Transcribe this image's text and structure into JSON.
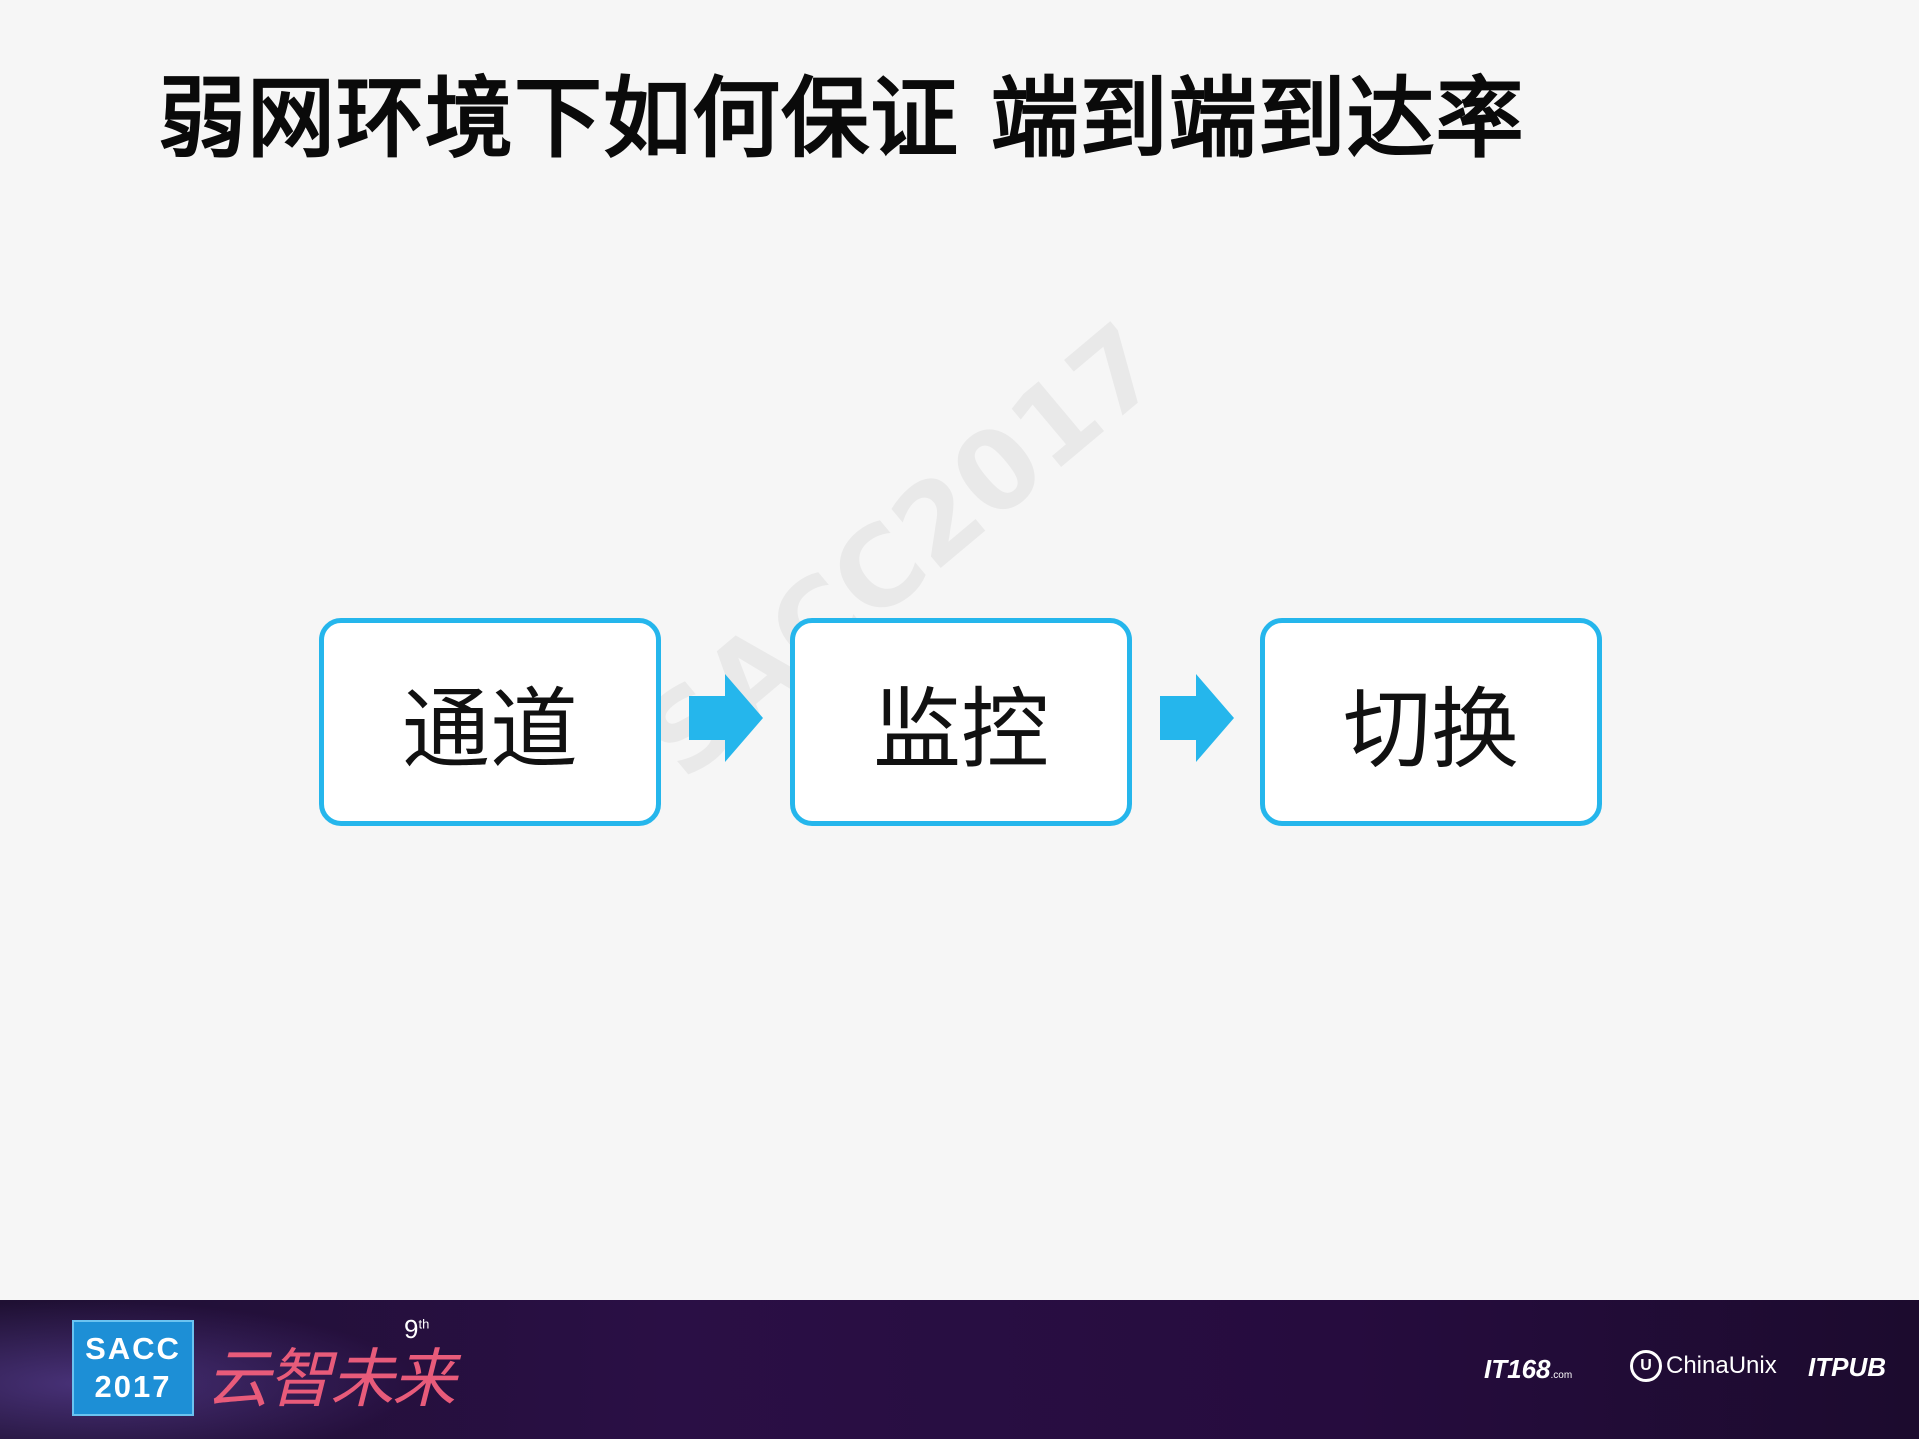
{
  "slide": {
    "title": "弱网环境下如何保证 端到端到达率",
    "watermark": "SACC2017"
  },
  "flow": {
    "steps": [
      {
        "label": "通道"
      },
      {
        "label": "监控"
      },
      {
        "label": "切换"
      }
    ],
    "arrow_icon": "arrow-right-icon"
  },
  "colors": {
    "accent": "#25b6ec",
    "title": "#0a0a0a",
    "background": "#f6f6f6",
    "footer": "#260c3e",
    "badge": "#1d8fd6",
    "slogan": "#e85b7a"
  },
  "footer": {
    "badge_line1": "SACC",
    "badge_line2": "2017",
    "slogan": "云智未来",
    "edition_number": "9",
    "edition_suffix": "th",
    "partners": {
      "it168_main": "IT168",
      "it168_suffix": ".com",
      "chinaunix_mark": "U",
      "chinaunix": "ChinaUnix",
      "itpub": "ITPUB"
    }
  }
}
